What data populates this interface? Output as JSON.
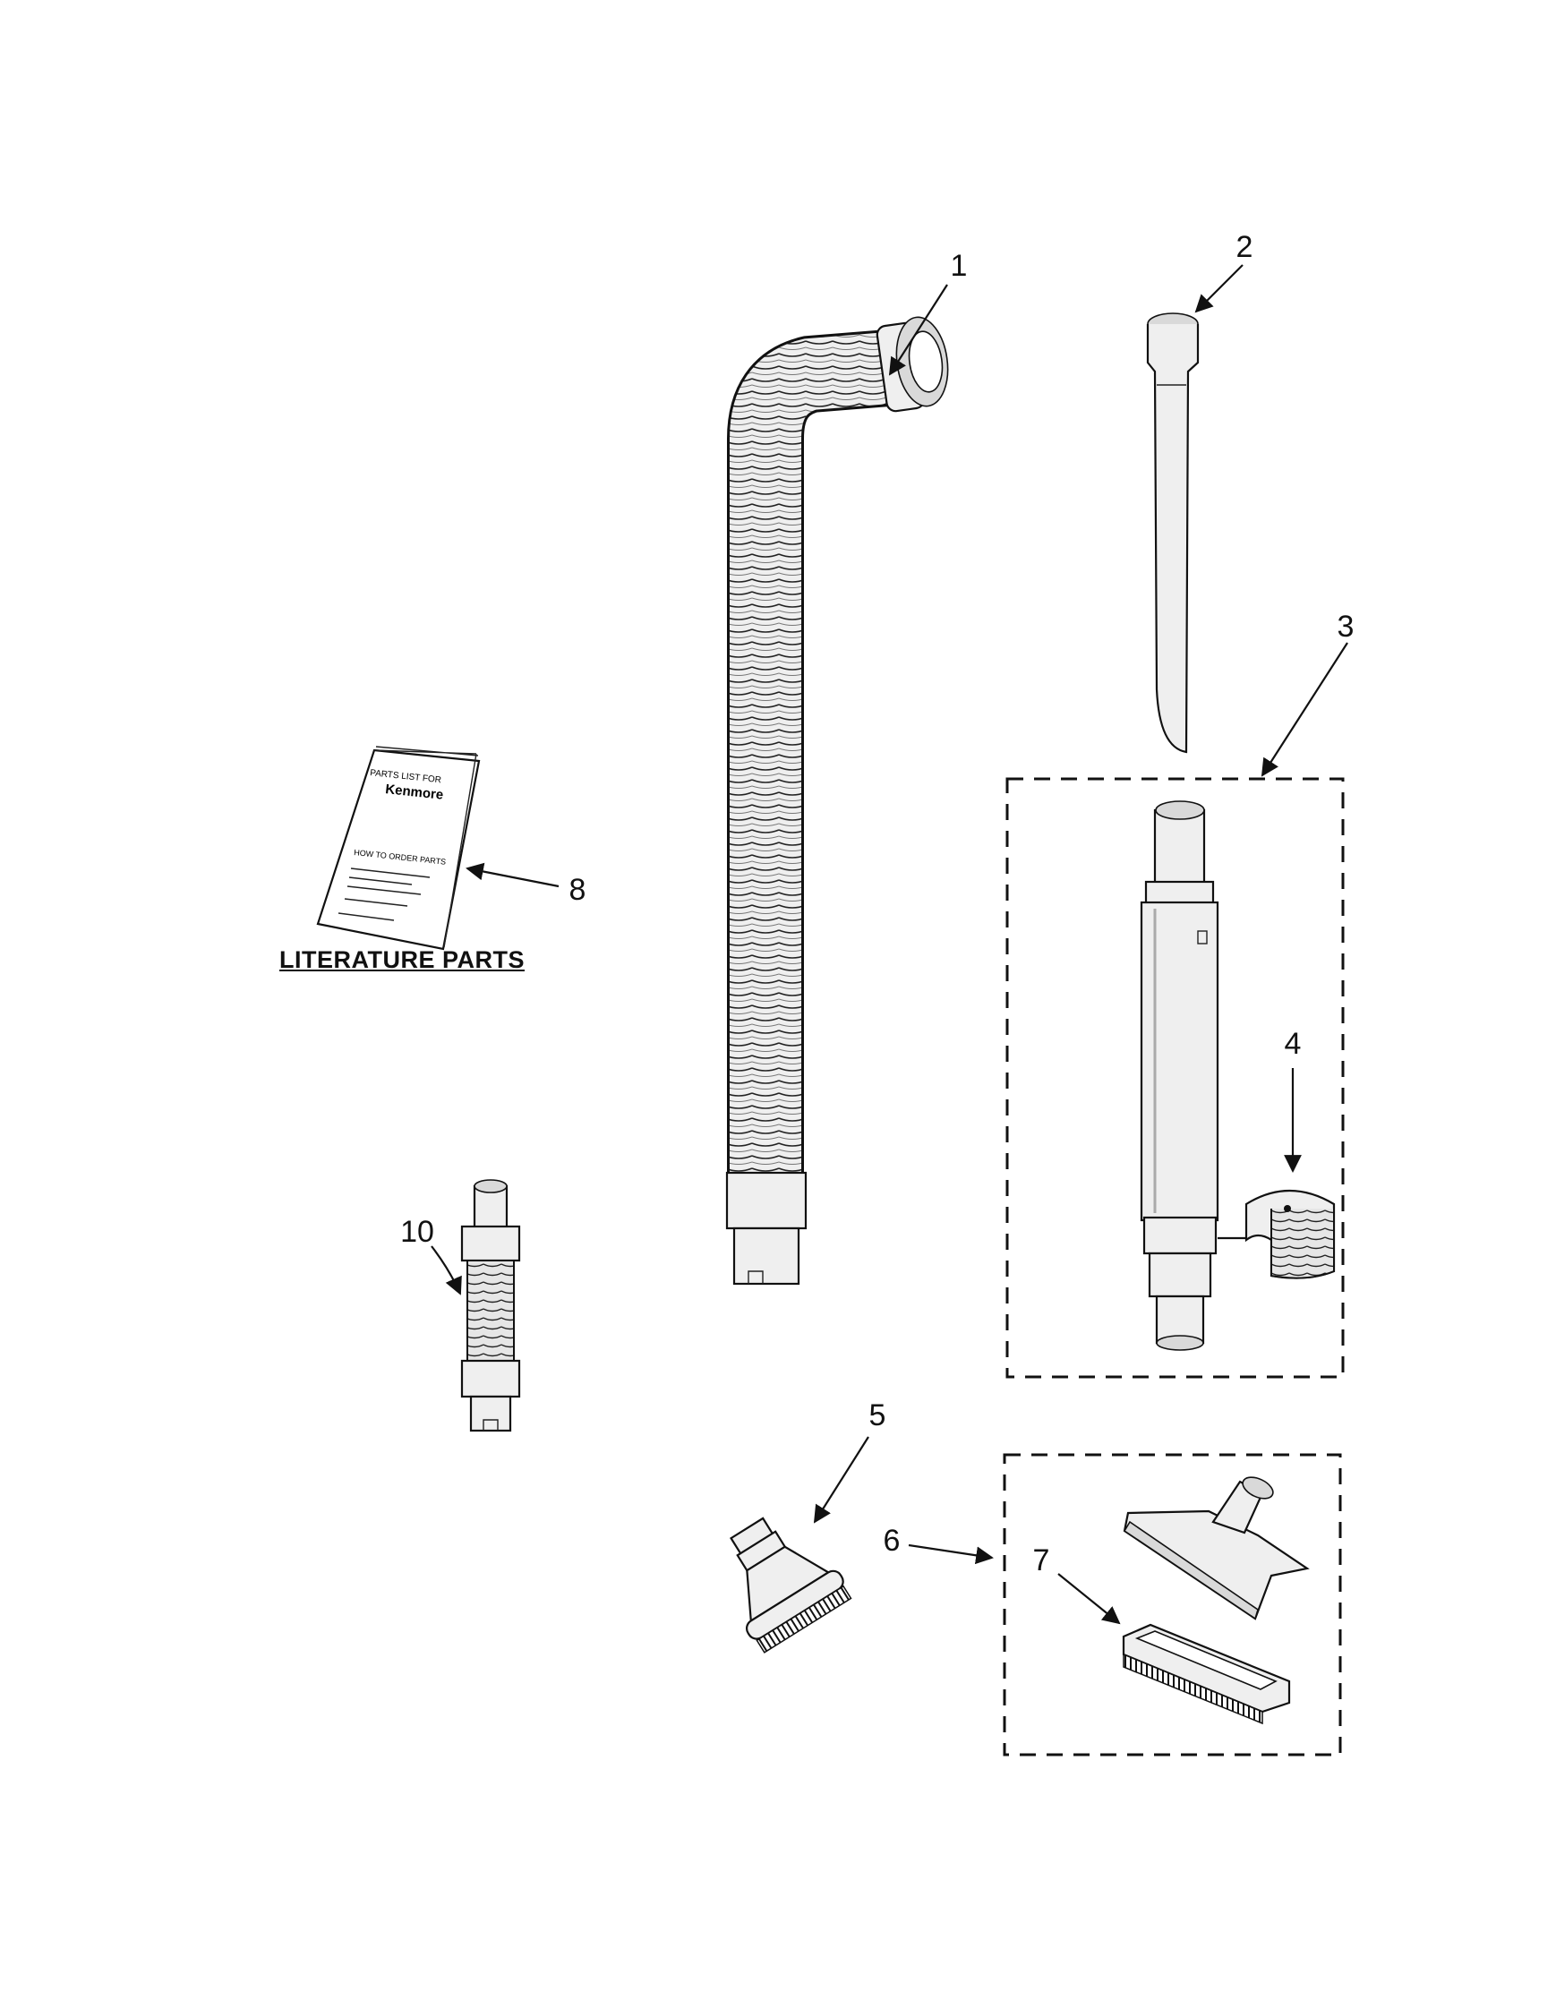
{
  "section_title": "LITERATURE PARTS",
  "callouts": [
    {
      "id": "1",
      "label": "1"
    },
    {
      "id": "2",
      "label": "2"
    },
    {
      "id": "3",
      "label": "3"
    },
    {
      "id": "4",
      "label": "4"
    },
    {
      "id": "5",
      "label": "5"
    },
    {
      "id": "6",
      "label": "6"
    },
    {
      "id": "7",
      "label": "7"
    },
    {
      "id": "8",
      "label": "8"
    },
    {
      "id": "10",
      "label": "10"
    }
  ],
  "booklet": {
    "header": "PARTS LIST FOR",
    "brand": "Kenmore",
    "subheading": "HOW TO ORDER PARTS"
  }
}
